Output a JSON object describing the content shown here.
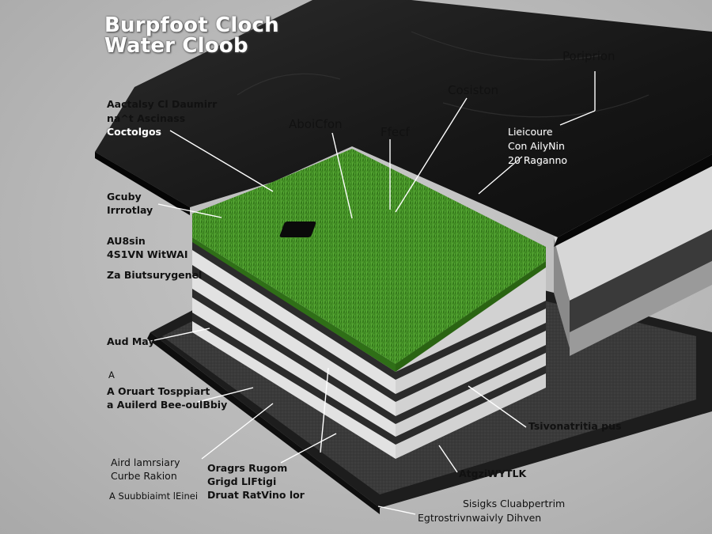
{
  "title": {
    "line1": "Burpfoot Cloch",
    "line2": "Water Cloob"
  },
  "labels": {
    "poriprion": "Poriprion",
    "cosiston": "Cosiston",
    "aboicfon": "AboiCfon",
    "ffecf": "Ffecf",
    "lieicoure": "Lieicoure",
    "con_ailynin": "Con AilyNin",
    "raganno": "20 Raganno",
    "top_left_1": "Aactalsy Cl Daumirr",
    "top_left_2": "na^t Ascinass",
    "top_left_3": "Coctolgos",
    "gcuby": "Gcuby",
    "irrrotlay": "Irrrotlay",
    "au8sin": "AU8sin",
    "au8sin_sub": "4S1VN WitWAI",
    "zabi": "Za Biutsurygenel",
    "aud_may": "Aud May",
    "a_mark": "A",
    "oruart": "A Oruart Tosppiart",
    "auilerd": "a Auilerd Bee-oulBbiy",
    "aird": "Aird lamrsiary",
    "curbe": "Curbe Rakion",
    "asubbi": "A Suubbiaimt lEinei",
    "oragrs": "Oragrs Rugom",
    "grigd": "Grigd LlFtigi",
    "druat": "Druat RatVino lor",
    "tsivonatritia": "Tsivonatritia pus",
    "atgzi": "AtgziWYTLK",
    "sisigks": "Sisigks Cluabpertrim",
    "egtrost": "Egtrostrivnwaivly Dihven"
  }
}
